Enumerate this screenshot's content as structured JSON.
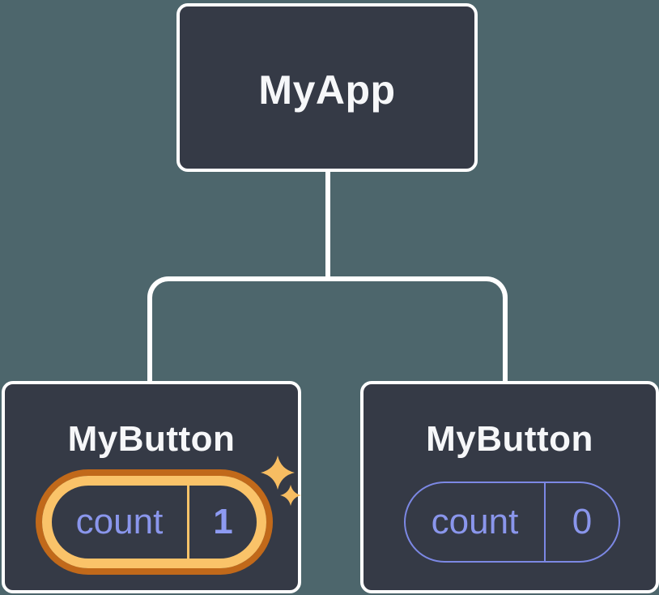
{
  "colors": {
    "background": "#4D666C",
    "node_fill": "#353A46",
    "node_border": "#FFFFFF",
    "connector": "#FFFFFF",
    "text_primary": "#F6F7F9",
    "state_text": "#8A96EC",
    "state_value_bold": "#8D9AF2",
    "state_border_idle": "#7C88E4",
    "highlight_outer": "#C1691A",
    "highlight_inner": "#FAC369",
    "sparkle": "#F7BD62"
  },
  "tree": {
    "root": {
      "label": "MyApp"
    },
    "children": [
      {
        "label": "MyButton",
        "state": {
          "name": "count",
          "value": "1"
        },
        "highlighted": true,
        "icon": "sparkles-icon"
      },
      {
        "label": "MyButton",
        "state": {
          "name": "count",
          "value": "0"
        },
        "highlighted": false
      }
    ]
  }
}
